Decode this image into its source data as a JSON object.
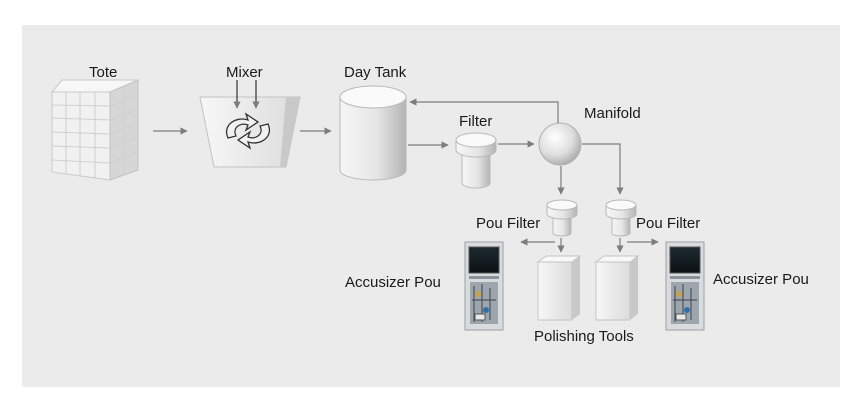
{
  "labels": {
    "tote": "Tote",
    "mixer": "Mixer",
    "day_tank": "Day Tank",
    "filter": "Filter",
    "manifold": "Manifold",
    "pou_filter_left": "Pou Filter",
    "pou_filter_right": "Pou Filter",
    "accusizer_left": "Accusizer Pou",
    "accusizer_right": "Accusizer Pou",
    "polishing_tools": "Polishing Tools"
  },
  "colors": {
    "panel_bg": "#ebebeb",
    "arrow": "#7d7d7d",
    "shape_light": "#f4f4f4",
    "shape_dark": "#bdbdbd"
  },
  "icons": [
    "tote-icon",
    "mixer-icon",
    "recycle-arrows-icon",
    "day-tank-icon",
    "filter-icon",
    "manifold-sphere-icon",
    "pou-filter-icon",
    "polishing-tool-icon",
    "accusizer-instrument-icon"
  ]
}
